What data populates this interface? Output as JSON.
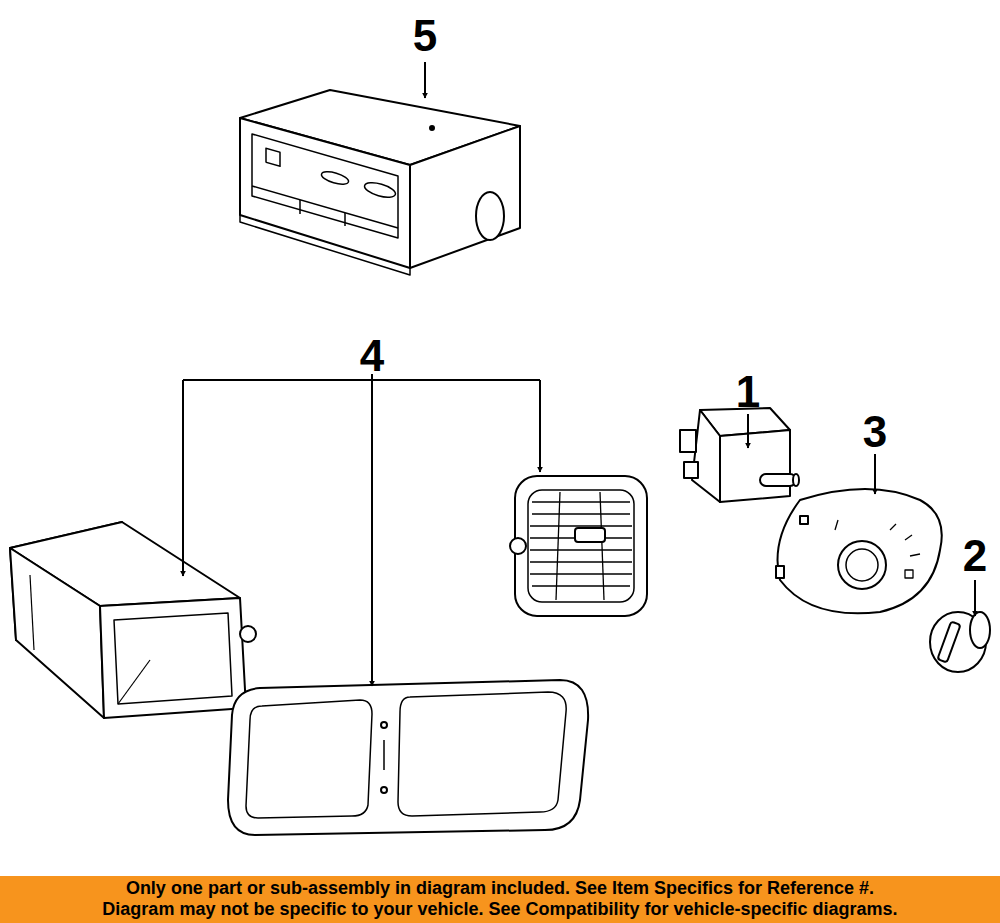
{
  "diagram": {
    "nodes": [
      {
        "text": [
          "Only one part or sub-assembly in diagram included. See Item Specifics for Reference #.",
          "Diagram may not be specific to your vehicle. See Compatibility for vehicle-specific diagrams."
        ]
      }
    ],
    "labels": [
      "5",
      "4",
      "1",
      "3",
      "2"
    ]
  }
}
